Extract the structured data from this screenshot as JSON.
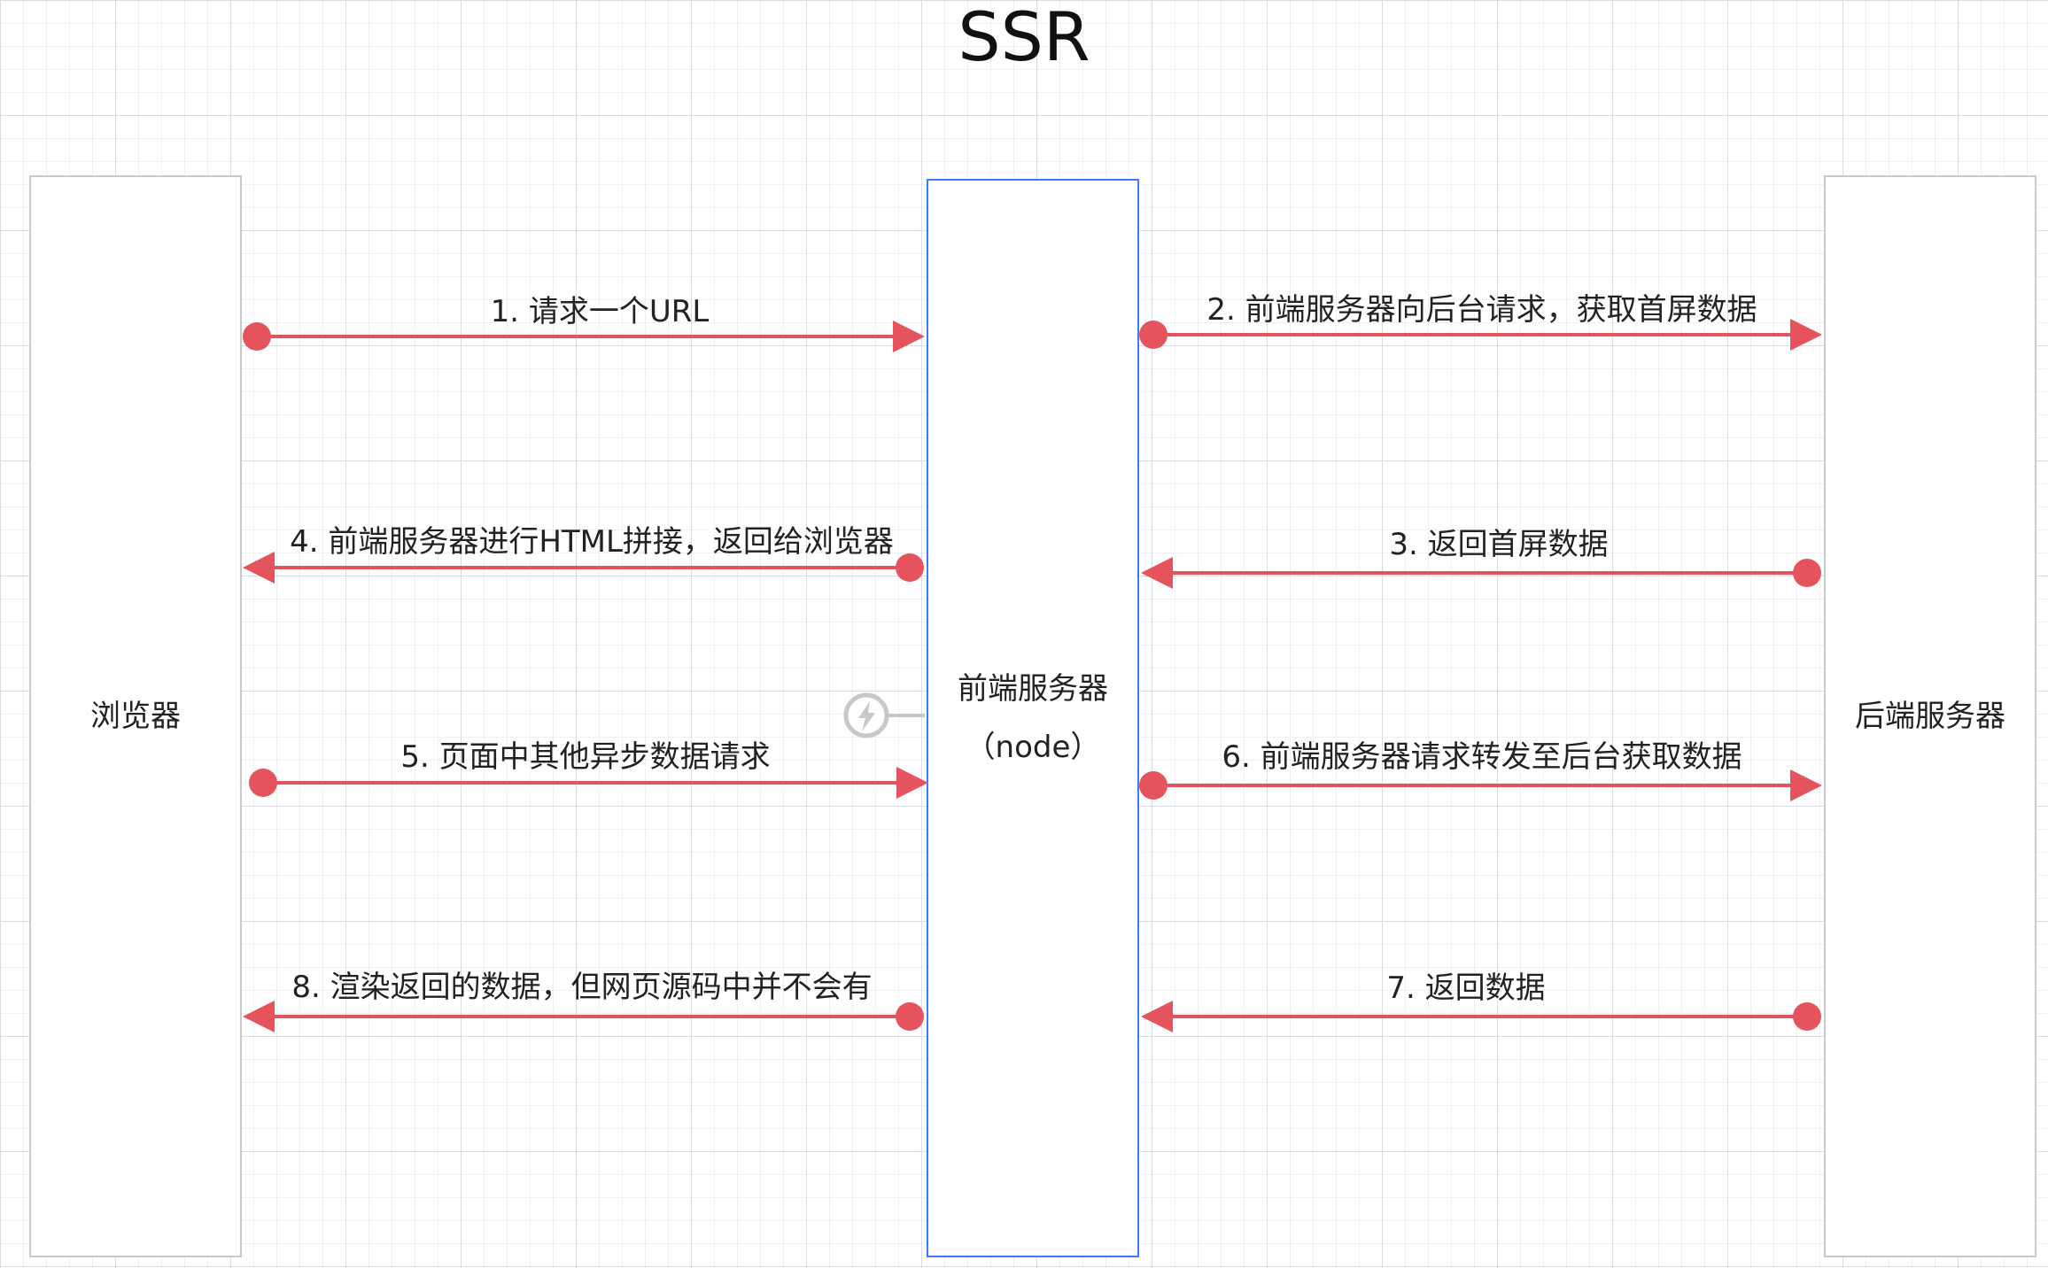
{
  "diagram": {
    "title": "SSR",
    "nodes": {
      "browser": {
        "label": "浏览器"
      },
      "frontend": {
        "label": "前端服务器",
        "sublabel": "（node）"
      },
      "backend": {
        "label": "后端服务器"
      }
    },
    "arrows": [
      {
        "id": "a1",
        "label": "1. 请求一个URL",
        "from": "browser",
        "to": "frontend"
      },
      {
        "id": "a2",
        "label": "2. 前端服务器向后台请求，获取首屏数据",
        "from": "frontend",
        "to": "backend"
      },
      {
        "id": "a3",
        "label": "3. 返回首屏数据",
        "from": "backend",
        "to": "frontend"
      },
      {
        "id": "a4",
        "label": "4. 前端服务器进行HTML拼接，返回给浏览器",
        "from": "frontend",
        "to": "browser"
      },
      {
        "id": "a5",
        "label": "5. 页面中其他异步数据请求",
        "from": "browser",
        "to": "frontend"
      },
      {
        "id": "a6",
        "label": "6. 前端服务器请求转发至后台获取数据",
        "from": "frontend",
        "to": "backend"
      },
      {
        "id": "a7",
        "label": "7. 返回数据",
        "from": "backend",
        "to": "frontend"
      },
      {
        "id": "a8",
        "label": "8. 渲染返回的数据，但网页源码中并不会有",
        "from": "frontend",
        "to": "browser"
      }
    ],
    "colors": {
      "arrow": "#e5535d",
      "selection": "#3a7cff",
      "box_border": "#c9c9c9",
      "connector_handle": "#c8c8c8"
    },
    "icons": {
      "connector_handle": "lightning-icon"
    }
  }
}
